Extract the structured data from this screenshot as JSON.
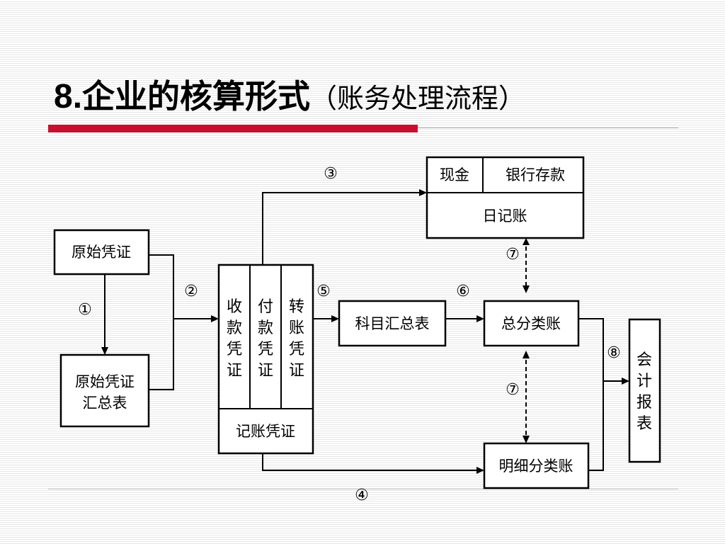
{
  "title": {
    "number": "8.",
    "main": "企业的核算形式",
    "subtitle": "（账务处理流程）"
  },
  "colors": {
    "accent_bar": "#c8102e",
    "line": "#000000"
  },
  "diagram": {
    "boxes": {
      "original_voucher": "原始凭证",
      "voucher_summary": [
        "原始凭证",
        "汇总表"
      ],
      "receipt_voucher": [
        "收",
        "款",
        "凭",
        "证"
      ],
      "payment_voucher": [
        "付",
        "款",
        "凭",
        "证"
      ],
      "transfer_voucher": [
        "转",
        "账",
        "凭",
        "证"
      ],
      "accounting_voucher": "记账凭证",
      "cash": "现金",
      "bank_deposit": "银行存款",
      "journal": "日记账",
      "subject_summary": "科目汇总表",
      "general_ledger": "总分类账",
      "subsidiary_ledger": "明细分类账",
      "financial_report": [
        "会",
        "计",
        "报",
        "表"
      ]
    },
    "step_labels": {
      "step1": "①",
      "step2": "②",
      "step3": "③",
      "step4": "④",
      "step5": "⑤",
      "step6": "⑥",
      "step7_top": "⑦",
      "step7_bottom": "⑦",
      "step8": "⑧"
    }
  }
}
